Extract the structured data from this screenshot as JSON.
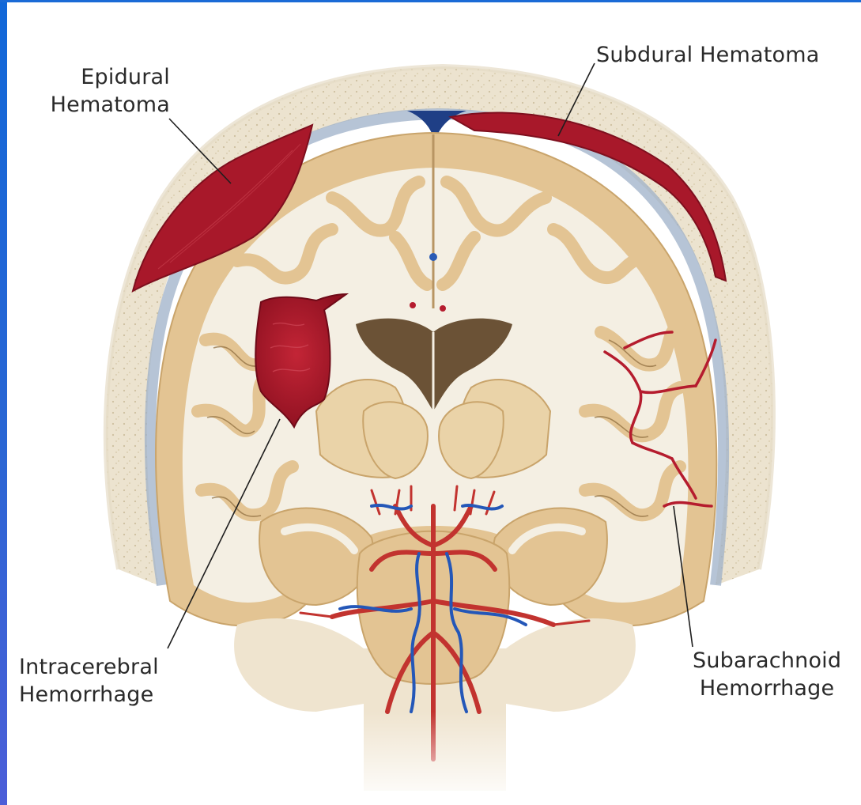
{
  "labels": {
    "epidural": [
      "Epidural",
      "Hematoma"
    ],
    "subdural": [
      "Subdural Hematoma"
    ],
    "intracerebral": [
      "Intracerebral",
      "Hemorrhage"
    ],
    "subarachnoid": [
      "Subarachnoid",
      "Hemorrhage"
    ]
  },
  "colors": {
    "frame_accent": "#1a6ad6",
    "skull": "#ece3cf",
    "gray_matter": "#e3c493",
    "white_matter": "#f4efe3",
    "blood": "#a8182a",
    "vein": "#2457b8",
    "leader_line": "#1e1e1e"
  }
}
